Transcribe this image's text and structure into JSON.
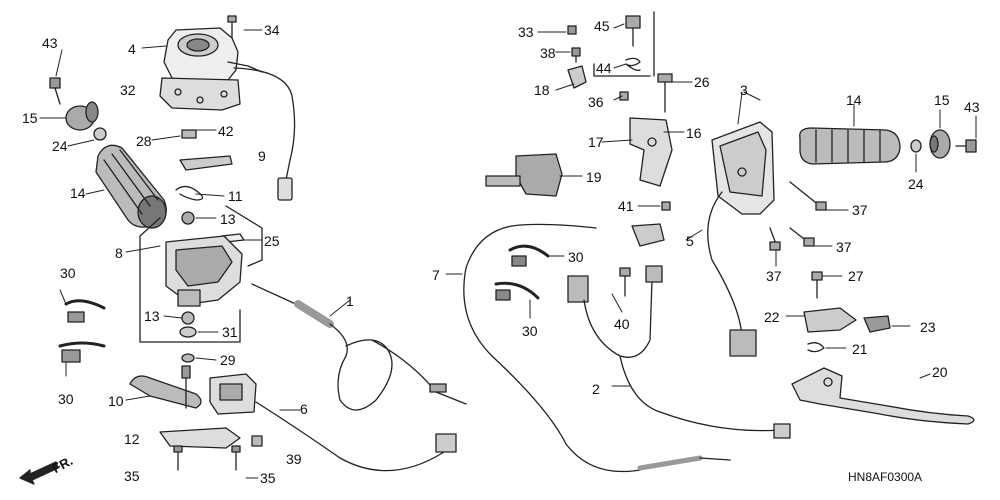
{
  "diagram": {
    "figure_code": "HN8AF0300A",
    "front_marker": "FR.",
    "callouts": [
      "1",
      "2",
      "3",
      "4",
      "5",
      "6",
      "7",
      "8",
      "9",
      "10",
      "11",
      "12",
      "13",
      "13",
      "14",
      "14",
      "15",
      "15",
      "16",
      "17",
      "18",
      "19",
      "20",
      "21",
      "22",
      "23",
      "24",
      "24",
      "25",
      "26",
      "27",
      "28",
      "29",
      "30",
      "30",
      "30",
      "30",
      "31",
      "32",
      "33",
      "34",
      "35",
      "35",
      "36",
      "36",
      "37",
      "37",
      "37",
      "38",
      "39",
      "40",
      "41",
      "42",
      "43",
      "43",
      "44",
      "45"
    ]
  }
}
